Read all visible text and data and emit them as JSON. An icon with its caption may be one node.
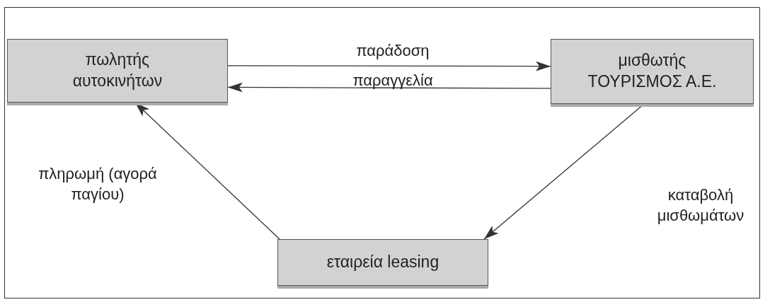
{
  "diagram": {
    "nodes": [
      {
        "text": [
          "πωλητής αυτοκινήτων"
        ]
      },
      {
        "text": [
          "μισθωτής ΤΟΥΡΙΣΜΟΣ Α.Ε."
        ]
      },
      {
        "text": [
          "εταιρεία leasing"
        ]
      }
    ],
    "edges": [
      {
        "from": 0,
        "to": 1,
        "arrow": "to",
        "label": "παράδοση"
      },
      {
        "from": 1,
        "to": 0,
        "arrow": "to",
        "label": "παραγγελία"
      },
      {
        "from": 2,
        "to": 0,
        "arrow": "to",
        "label": "πληρωμή (αγορά παγίου)"
      },
      {
        "from": 1,
        "to": 2,
        "arrow": "to",
        "label": "καταβολή μισθωμάτων"
      }
    ]
  }
}
